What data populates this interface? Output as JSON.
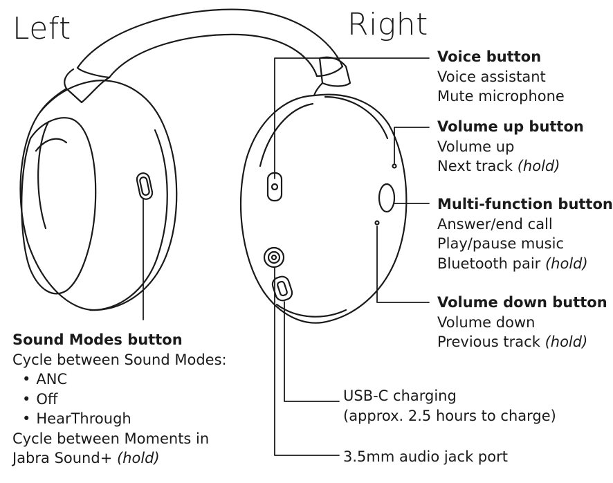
{
  "labels": {
    "left": "Left",
    "right": "Right"
  },
  "voice_button": {
    "title": "Voice button",
    "lines": [
      "Voice assistant",
      "Mute microphone"
    ]
  },
  "volume_up_button": {
    "title": "Volume up button",
    "line1": "Volume up",
    "line2": "Next track",
    "line2_hold": "(hold)"
  },
  "multi_function_button": {
    "title": "Multi-function button",
    "line1": "Answer/end call",
    "line2": "Play/pause music",
    "line3": "Bluetooth pair",
    "line3_hold": "(hold)"
  },
  "volume_down_button": {
    "title": "Volume down button",
    "line1": "Volume down",
    "line2": "Previous track",
    "line2_hold": "(hold)"
  },
  "sound_modes_button": {
    "title": "Sound Modes button",
    "intro": "Cycle between Sound Modes:",
    "modes": [
      "ANC",
      "Off",
      "HearThrough"
    ],
    "moments_line1": "Cycle between Moments in",
    "moments_line2": "Jabra Sound+",
    "moments_hold": "(hold)"
  },
  "usb_c": {
    "line1": "USB-C charging",
    "line2": "(approx. 2.5 hours to charge)"
  },
  "audio_jack": {
    "line1": "3.5mm audio jack port"
  }
}
